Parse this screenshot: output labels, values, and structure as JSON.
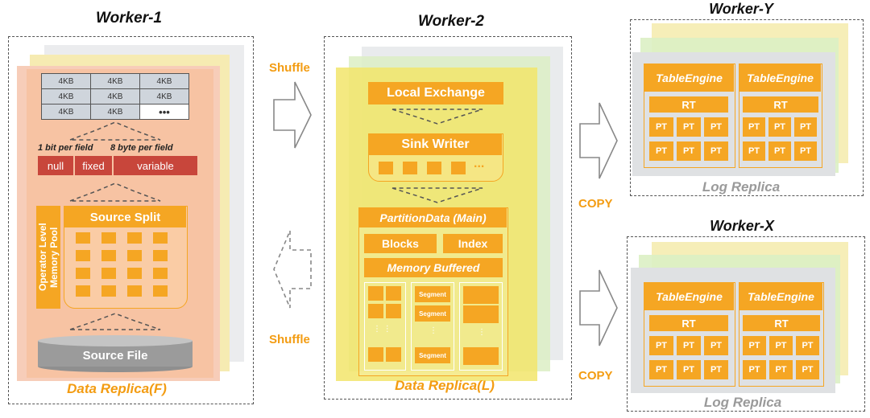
{
  "worker1": {
    "title": "Worker-1",
    "grid_cells": [
      "4KB",
      "4KB",
      "4KB",
      "4KB",
      "4KB",
      "4KB",
      "4KB",
      "4KB",
      "•••"
    ],
    "note_left": "1 bit per field",
    "note_right": "8 byte per field",
    "fields": [
      "null",
      "fixed",
      "variable"
    ],
    "memory_pool": "Operator Level Memory Pool",
    "source_split": "Source Split",
    "source_file": "Source File",
    "caption": "Data Replica(F)"
  },
  "shuffle_top": "Shuffle",
  "shuffle_bottom": "Shuffle",
  "worker2": {
    "title": "Worker-2",
    "local_exchange": "Local Exchange",
    "sink_writer": "Sink Writer",
    "sink_dots": "...",
    "partition": "PartitionData (Main)",
    "blocks": "Blocks",
    "index": "Index",
    "memory_buffered": "Memory Buffered",
    "segment": "Segment",
    "caption": "Data Replica(L)"
  },
  "copy_top": "COPY",
  "copy_bottom": "COPY",
  "workerY": {
    "title": "Worker-Y",
    "engines": [
      "TableEngine",
      "TableEngine"
    ],
    "rt": "RT",
    "pt": "PT",
    "caption": "Log Replica"
  },
  "workerX": {
    "title": "Worker-X",
    "engines": [
      "TableEngine",
      "TableEngine"
    ],
    "rt": "RT",
    "pt": "PT",
    "caption": "Log Replica"
  },
  "colors": {
    "orange": "#f5a623",
    "label_orange": "#f39c12",
    "red_field": "#c8463b",
    "caption_gray": "#9a9a9a"
  }
}
